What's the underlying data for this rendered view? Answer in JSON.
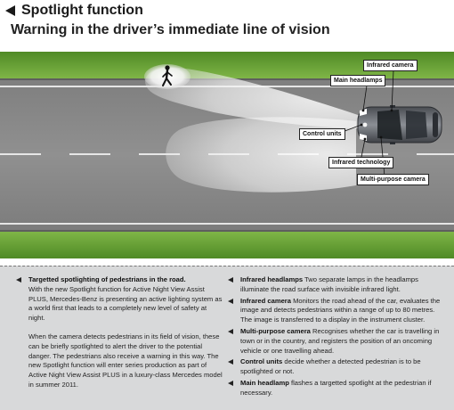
{
  "header": {
    "title": "Spotlight function",
    "subtitle": "Warning in the driver’s immediate line of vision"
  },
  "diagram": {
    "labels": {
      "infrared_camera": "Infrared camera",
      "main_headlamps": "Main headlamps",
      "control_units": "Control units",
      "infrared_technology": "Infrared technology",
      "multi_purpose_camera": "Multi-purpose camera"
    },
    "icons": {
      "pedestrian": "pedestrian-icon",
      "car": "car-icon"
    },
    "colors": {
      "grass": "#6fa83a",
      "road": "#8c8c8c",
      "lane_marking": "#e8e8e8",
      "light": "#ffffff",
      "panel": "#d8d9da"
    }
  },
  "text": {
    "left": {
      "heading": "Targetted spotlighting of pedestrians in the road.",
      "para1": "With the new Spotlight function for Active Night View Assist PLUS, Mercedes-Benz is presenting an active lighting system as a world first that leads to a completely new level of safety at night.",
      "para2": "When the camera detects pedestrians in its field of vision, these can be briefly spotlighted to alert the driver to the potential danger. The pedestrians also receive a warning in this way. The new Spotlight function will enter series production as part of Active Night View Assist PLUS in a luxury-class Mercedes model in summer 2011."
    },
    "right": {
      "items": [
        {
          "term": "Infrared headlamps",
          "desc": "Two separate lamps in the headlamps illuminate the road surface with invisible infrared light."
        },
        {
          "term": "Infrared camera",
          "desc": "Monitors the road ahead of the car, evaluates the image and detects pedestrians within a range of up to 80 metres. The image is transferred to a display in the instrument cluster."
        },
        {
          "term": "Multi-purpose camera",
          "desc": "Recognises whether the car is travelling in town or in the country, and registers the position of an oncoming vehicle or one travelling ahead."
        },
        {
          "term": "Control units",
          "desc": "decide whether a detected pedestrian is to be spotlighted or not."
        },
        {
          "term": "Main headlamp",
          "desc": "flashes a targetted spotlight at the pedestrian if necessary."
        }
      ]
    }
  }
}
